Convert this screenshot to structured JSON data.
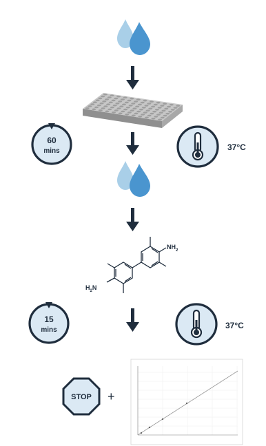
{
  "timers": [
    {
      "value": "60",
      "unit": "mins"
    },
    {
      "value": "15",
      "unit": "mins"
    }
  ],
  "temperatures": [
    {
      "label": "37°C"
    },
    {
      "label": "37°C"
    }
  ],
  "chemical": {
    "amine_top": "NH",
    "amine_top_sub": "2",
    "amine_bottom": "H",
    "amine_bottom_sub": "2",
    "amine_bottom_n": "N"
  },
  "stop": {
    "label": "STOP"
  },
  "plus": {
    "label": "+"
  },
  "colors": {
    "droplet_light": "#a9cfe8",
    "droplet_dark": "#4a95cf",
    "dark": "#1f2d3d",
    "icon_fill": "#dbe9f4"
  }
}
